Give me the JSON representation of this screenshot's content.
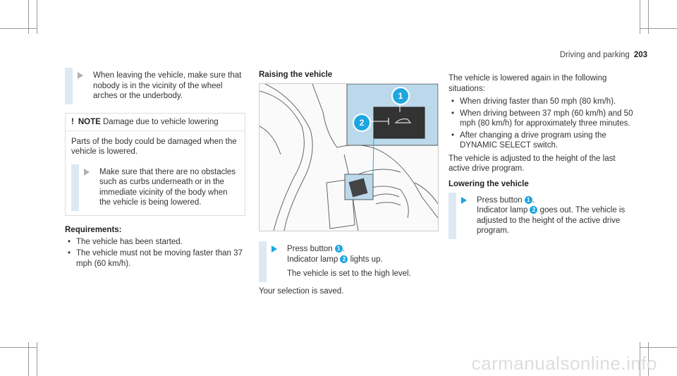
{
  "header": {
    "section": "Driving and parking",
    "page_number": "203"
  },
  "col1": {
    "tip": "When leaving the vehicle, make sure that nobody is in the vicinity of the wheel arches or the underbody.",
    "note": {
      "icon_symbol": "!",
      "title": "NOTE",
      "title_rest": " Damage due to vehicle lowering",
      "body": "Parts of the body could be damaged when the vehicle is lowered.",
      "action": "Make sure that there are no obstacles such as curbs underneath or in the immediate vicinity of the body when the vehicle is being lowered."
    },
    "requirements_heading": "Requirements:",
    "requirements": [
      "The vehicle has been started.",
      "The vehicle must not be moving faster than 37 mph (60 km/h)."
    ]
  },
  "col2": {
    "heading": "Raising the vehicle",
    "callouts": [
      "1",
      "2"
    ],
    "step_press": "Press button ",
    "step_indicator_pre": "Indicator lamp ",
    "step_indicator_post": " lights up.",
    "step_result": "The vehicle is set to the high level.",
    "result": "Your selection is saved."
  },
  "col3": {
    "intro": "The vehicle is lowered again in the following situations:",
    "situations": [
      "When driving faster than 50 mph (80 km/h).",
      "When driving between 37 mph (60 km/h) and 50 mph (80 km/h) for approximately three minutes.",
      "After changing a drive program using the DYNAMIC SELECT switch."
    ],
    "adjusted": "The vehicle is adjusted to the height of the last active drive program.",
    "heading": "Lowering the vehicle",
    "step_press": "Press button ",
    "step_indicator_pre": "Indicator lamp ",
    "step_indicator_post": " goes out. The vehicle is adjusted to the height of the active drive program."
  },
  "colors": {
    "accent": "#1ea6e0",
    "step_bar": "#dde9f2",
    "figure_inset": "#bcd9ec"
  },
  "watermark": "carmanualsonline.info"
}
